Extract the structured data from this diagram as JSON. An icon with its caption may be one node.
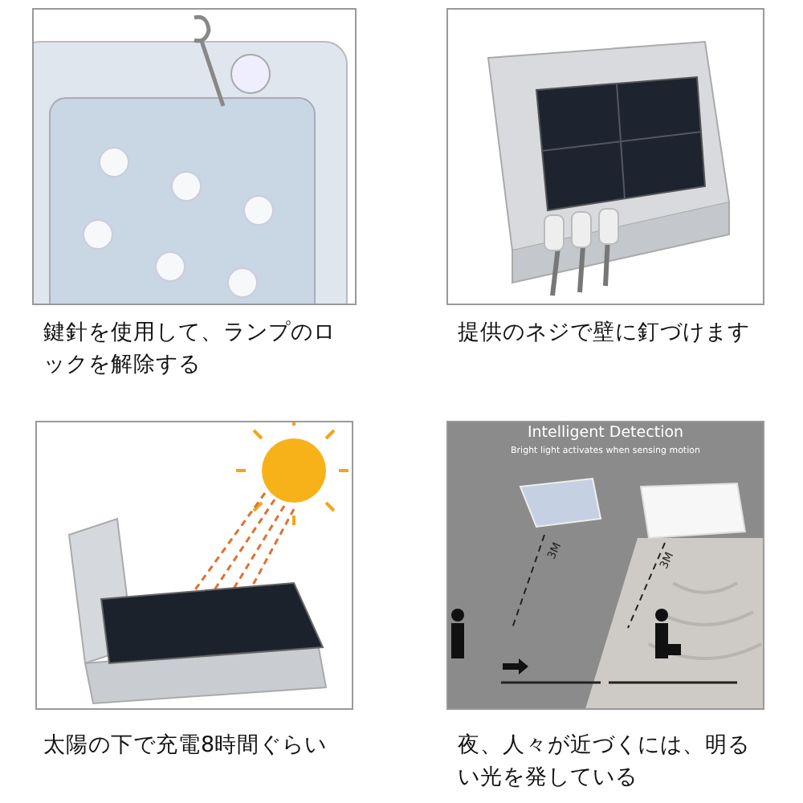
{
  "diagram": {
    "labels": [
      "鍵針を使用して、ランプのロックを解除する",
      "提供のネジで壁に釘づけます",
      "Intelligent Detection",
      "Bright light activates when sensing motion",
      "3M",
      "3M",
      "太陽の下で充電8時間ぐらい",
      "夜、人々が近づくには、明るい光を発している"
    ]
  }
}
